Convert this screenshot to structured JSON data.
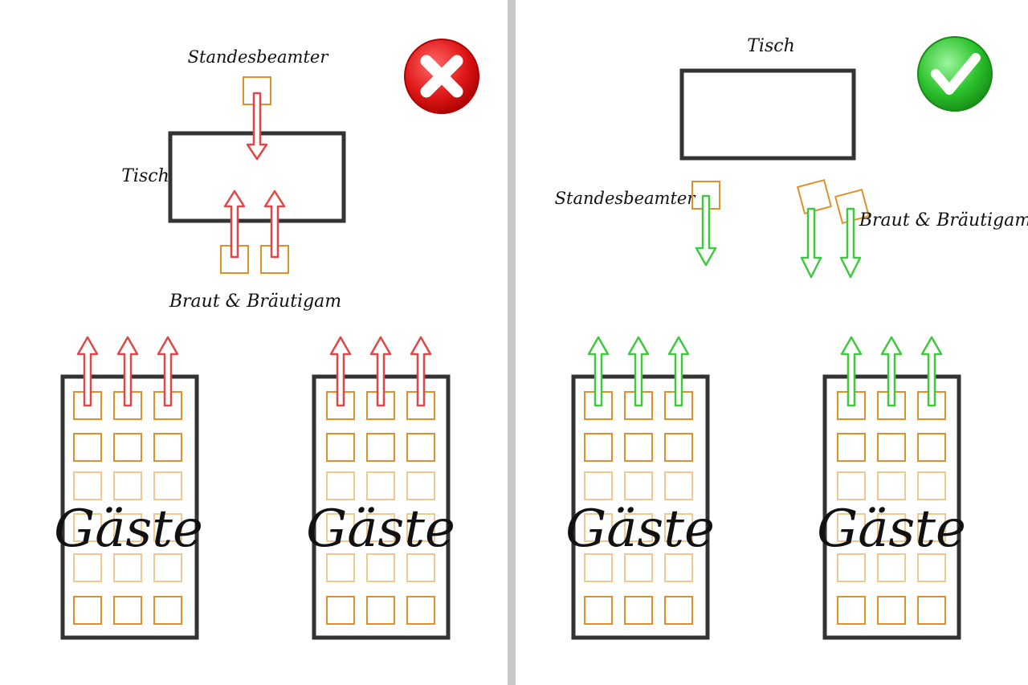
{
  "colors": {
    "wrong": "#e04848",
    "right": "#3ec93e",
    "seat": "#e0902a",
    "frame": "#333333",
    "divider": "#c8c8c8"
  },
  "wrong_panel": {
    "badge_icon": "x-icon",
    "labels": {
      "officiant": "Standesbeamter",
      "table": "Tisch",
      "couple": "Braut & Bräutigam"
    },
    "guest_blocks": [
      {
        "label": "Gäste"
      },
      {
        "label": "Gäste"
      }
    ]
  },
  "right_panel": {
    "badge_icon": "checkmark-icon",
    "labels": {
      "table": "Tisch",
      "officiant": "Standesbeamter",
      "couple": "Braut & Bräutigam"
    },
    "guest_blocks": [
      {
        "label": "Gäste"
      },
      {
        "label": "Gäste"
      }
    ]
  }
}
